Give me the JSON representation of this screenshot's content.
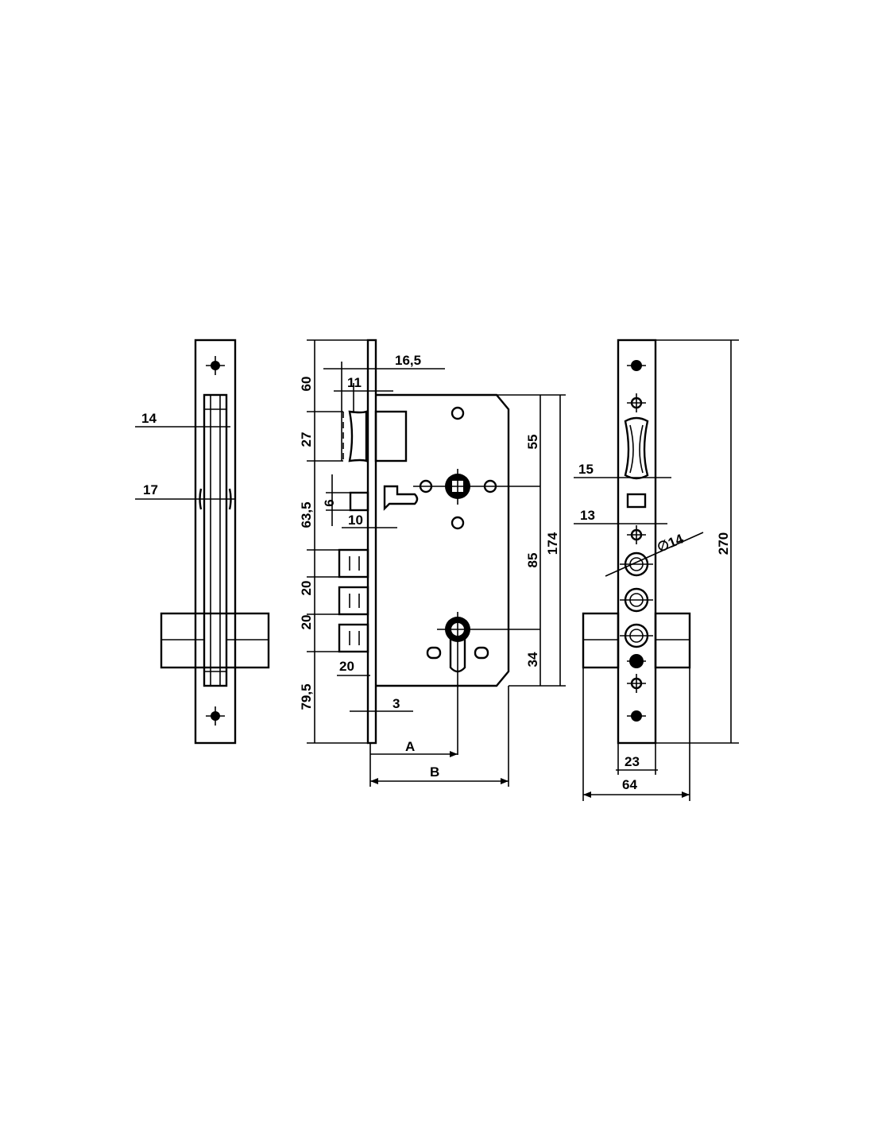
{
  "dimensions": {
    "side_width_14": "14",
    "side_width_17": "17",
    "top_60": "60",
    "offset_16_5": "16,5",
    "offset_11": "11",
    "latch_27": "27",
    "spacing_63_5": "63,5",
    "small_6": "6",
    "small_10": "10",
    "bolt_20_a": "20",
    "bolt_20_b": "20",
    "bolt_width_20": "20",
    "bottom_79_5": "79,5",
    "plate_3": "3",
    "backset_A": "A",
    "backset_B": "B",
    "v_55": "55",
    "v_85": "85",
    "v_174": "174",
    "v_34": "34",
    "front_15": "15",
    "front_13": "13",
    "front_dia_14": "∅14",
    "front_270": "270",
    "front_23": "23",
    "front_64": "64"
  }
}
